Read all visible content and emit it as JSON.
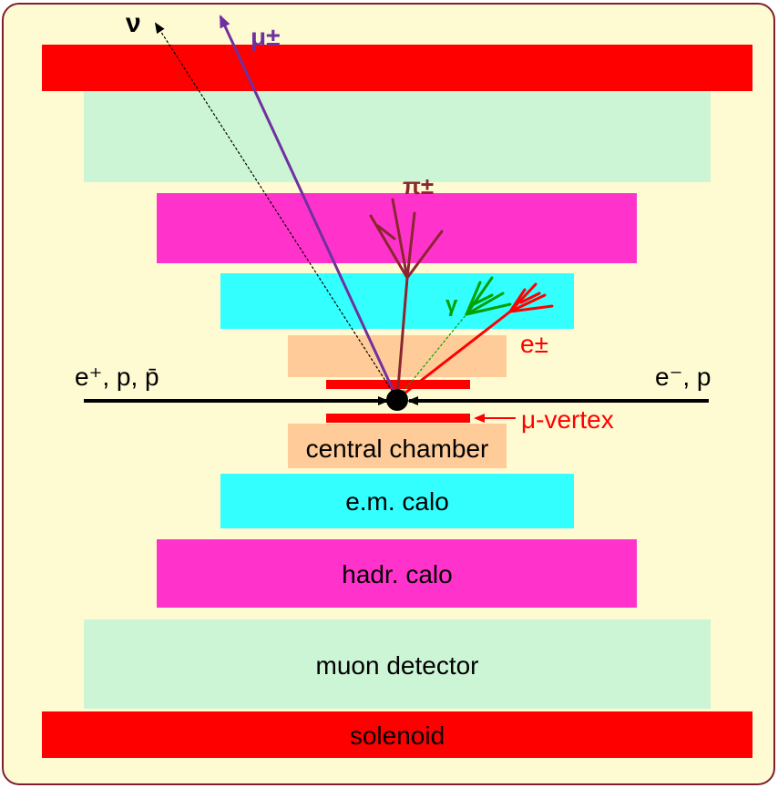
{
  "colors": {
    "background": "#FEFBD2",
    "frame": "#7F1F2E",
    "solenoid": "#FF0000",
    "muon_detector": "#CCF5D5",
    "hadr_calo": "#FF33CC",
    "em_calo": "#33FFFF",
    "central_chamber": "#FFCC99",
    "mu_vertex": "#FF0000",
    "neutrino": "#000000",
    "muon": "#7030A0",
    "pion": "#8B2530",
    "gamma": "#00A000",
    "electron": "#FF0000",
    "beam": "#000000"
  },
  "labels": {
    "solenoid": "solenoid",
    "muon_detector": "muon detector",
    "hadr_calo": "hadr. calo",
    "em_calo": "e.m. calo",
    "central_chamber": "central chamber",
    "mu_vertex": "μ-vertex",
    "beam_left": "e⁺, p, p̄",
    "beam_right": "e⁻, p"
  },
  "particles": {
    "neutrino": "ν",
    "muon": "μ±",
    "pion": "π±",
    "gamma": "γ",
    "electron": "e±"
  },
  "icons": {
    "interaction_point": "filled-circle-icon",
    "arrow_heads": "arrowhead-icon"
  }
}
